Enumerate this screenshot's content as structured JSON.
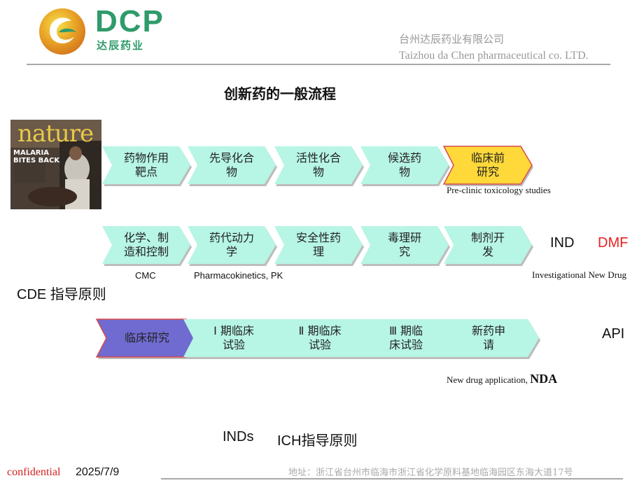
{
  "header": {
    "logo_text": "DCP",
    "logo_cn": "达辰药业",
    "company_cn": "台州达辰药业有限公司",
    "company_en": "Taizhou da Chen pharmaceutical co. LTD."
  },
  "title": "创新药的一般流程",
  "cover": {
    "masthead": "nature",
    "headline_1": "MALARIA",
    "headline_2": "BITES BACK"
  },
  "colors": {
    "chevron_fill": "#b7f5e5",
    "highlight_yellow": "#ffd93a",
    "highlight_purple": "#6f6bd0",
    "border_red": "#d94a4a",
    "accent_red": "#e82020"
  },
  "row1": {
    "steps": [
      {
        "line1": "药物作用",
        "line2": "靶点"
      },
      {
        "line1": "先导化合",
        "line2": "物"
      },
      {
        "line1": "活性化合",
        "line2": "物"
      },
      {
        "line1": "候选药",
        "line2": "物"
      },
      {
        "line1": "临床前",
        "line2": "研究"
      }
    ],
    "note": "Pre-clinic toxicology studies"
  },
  "row2": {
    "steps": [
      {
        "line1": "化学、制",
        "line2": "造和控制"
      },
      {
        "line1": "药代动力",
        "line2": "学"
      },
      {
        "line1": "安全性药",
        "line2": "理"
      },
      {
        "line1": "毒理研",
        "line2": "究"
      },
      {
        "line1": "制剂开",
        "line2": "发"
      }
    ],
    "ind": "IND",
    "dmf": "DMF",
    "cmc": "CMC",
    "pk": "Pharmacokinetics, PK",
    "ind_note": "Investigational New Drug"
  },
  "cde": "CDE 指导原则",
  "row3": {
    "steps": [
      {
        "line1": "临床研究",
        "line2": ""
      },
      {
        "line1": "Ⅰ 期临床",
        "line2": "试验"
      },
      {
        "line1": "Ⅱ 期临床",
        "line2": "试验"
      },
      {
        "line1": "Ⅲ 期临",
        "line2": "床试验"
      },
      {
        "line1": "新药申",
        "line2": "请"
      }
    ],
    "api": "API",
    "nda_prefix": "New drug application, ",
    "nda": "NDA"
  },
  "bottom": {
    "inds": "INDs",
    "ich": "ICH指导原则"
  },
  "footer": {
    "confidential": "confidential",
    "date": "2025/7/9",
    "address": "地址：浙江省台州市临海市浙江省化学原料基地临海园区东海大道17号"
  }
}
